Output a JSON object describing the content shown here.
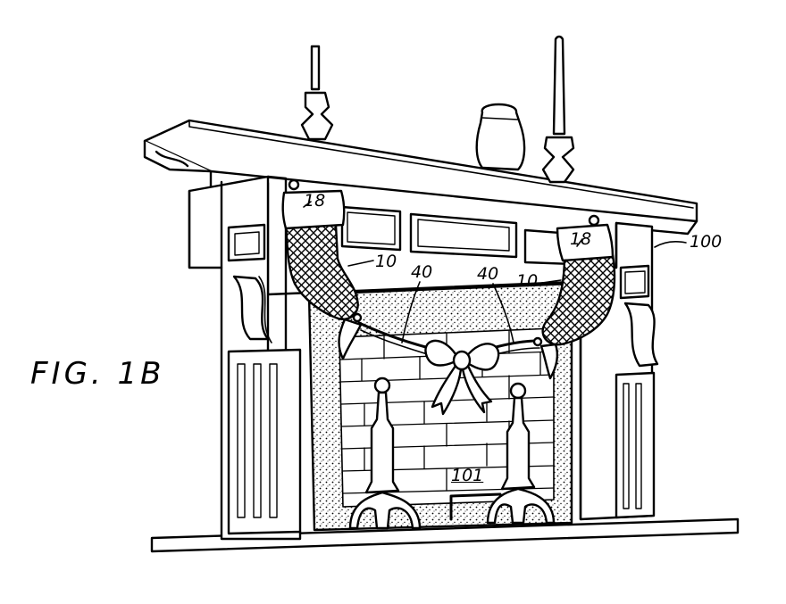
{
  "figure": {
    "title": "FIG. 1B"
  },
  "labels": {
    "mantel": "100",
    "stocking_left": "10",
    "stocking_right": "10",
    "cuff_left": "18",
    "cuff_right": "18",
    "garland_left": "40",
    "garland_right": "40",
    "firebox": "101"
  },
  "colors": {
    "ink": "#000000",
    "paper": "#ffffff"
  }
}
